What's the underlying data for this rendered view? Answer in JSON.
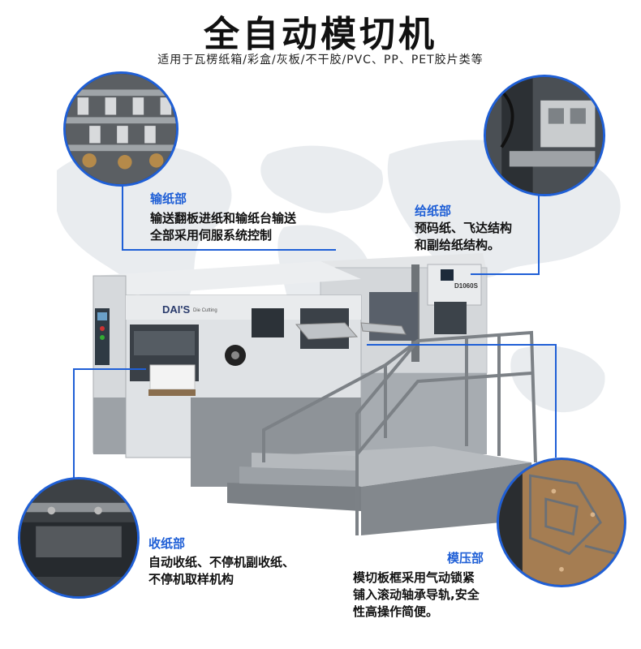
{
  "title": "全自动模切机",
  "subtitle": "适用于瓦楞纸箱/彩盒/灰板/不干胶/PVC、PP、PET胶片类等",
  "machine": {
    "brand": "DAI'S",
    "brand_sub": "Die Cutting",
    "model": "D1060S"
  },
  "sections": {
    "transport": {
      "title": "输纸部",
      "lines": [
        "输送翻板进纸和输纸台输送",
        "全部采用伺服系统控制"
      ]
    },
    "feeding": {
      "title": "给纸部",
      "lines": [
        "预码纸、飞达结构",
        "和副给纸结构。"
      ]
    },
    "collecting": {
      "title": "收纸部",
      "lines": [
        "自动收纸、不停机副收纸、",
        "不停机取样机构"
      ]
    },
    "diepress": {
      "title": "模压部",
      "lines": [
        "模切板框采用气动锁紧",
        "铺入滚动轴承导轨,安全",
        "性高操作简便。"
      ]
    }
  },
  "colors": {
    "accent": "#1f5fd6",
    "map": "#e9ecef"
  }
}
